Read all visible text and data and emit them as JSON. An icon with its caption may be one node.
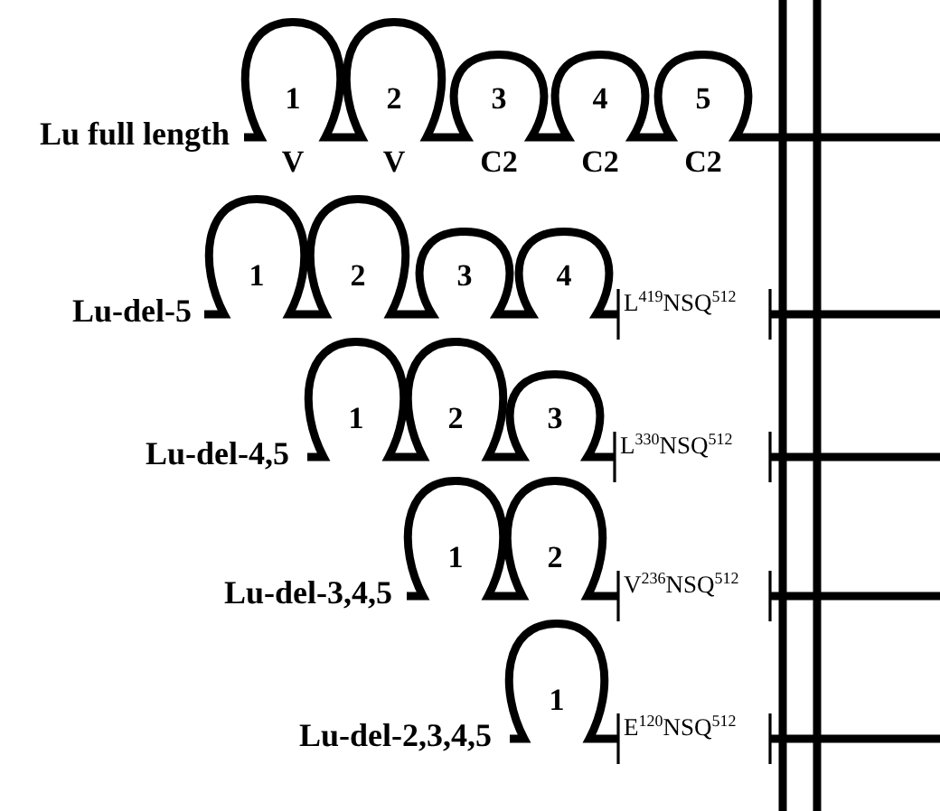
{
  "diagram": {
    "nodes": [
      {
        "text": [
          "1"
        ],
        "beside": [
          "V"
        ]
      },
      {
        "text": [
          "2"
        ],
        "beside": [
          "V"
        ]
      },
      {
        "text": [
          "3"
        ],
        "beside": [
          "C2"
        ]
      },
      {
        "text": [
          "4"
        ],
        "beside": [
          "C2"
        ]
      },
      {
        "text": [
          "5"
        ],
        "beside": [
          "C2"
        ]
      },
      {
        "text": [
          "1"
        ]
      },
      {
        "text": [
          "2"
        ]
      },
      {
        "text": [
          "3"
        ]
      },
      {
        "text": [
          "4"
        ]
      },
      {
        "text": [
          "1"
        ]
      },
      {
        "text": [
          "2"
        ]
      },
      {
        "text": [
          "3"
        ]
      },
      {
        "text": [
          "1"
        ]
      },
      {
        "text": [
          "2"
        ]
      },
      {
        "text": [
          "1"
        ]
      }
    ],
    "labels": [
      "Lu full length",
      "Lu-del-5",
      "L$^{419}$NSQ$^{512}$",
      "Lu-del-4,5",
      "L$^{330}$NSQ$^{512}$",
      "Lu-del-3,4,5",
      "V$^{236}$NSQ$^{512}$",
      "Lu-del-2,3,4,5",
      "E$^{120}$NSQ$^{512}$"
    ]
  }
}
